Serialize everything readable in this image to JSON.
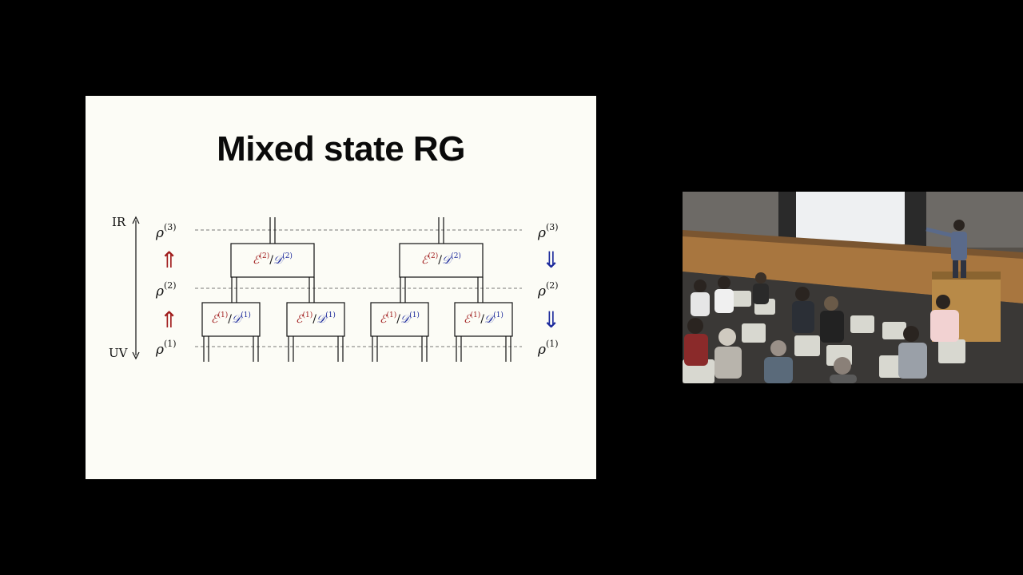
{
  "slide": {
    "title": "Mixed state RG",
    "axis": {
      "top": "IR",
      "bottom": "UV"
    },
    "levels": [
      {
        "rho": "ρ",
        "sup": "(3)"
      },
      {
        "rho": "ρ",
        "sup": "(2)"
      },
      {
        "rho": "ρ",
        "sup": "(1)"
      }
    ],
    "boxes": {
      "level2": {
        "e": "ℰ",
        "e_sup": "(2)",
        "slash": "/",
        "d": "𝒟",
        "d_sup": "(2)"
      },
      "level1": {
        "e": "ℰ",
        "e_sup": "(1)",
        "slash": "/",
        "d": "𝒟",
        "d_sup": "(1)"
      }
    },
    "arrows": {
      "left": "⇑",
      "right": "⇓"
    },
    "colors": {
      "encoder": "#a01c1c",
      "decoder": "#1c2a9c",
      "text": "#111111",
      "background": "#fcfcf6"
    }
  },
  "camera": {
    "icons": [
      "lecture-hall-icon",
      "speaker-icon",
      "audience-icon",
      "projector-screen-icon"
    ]
  }
}
